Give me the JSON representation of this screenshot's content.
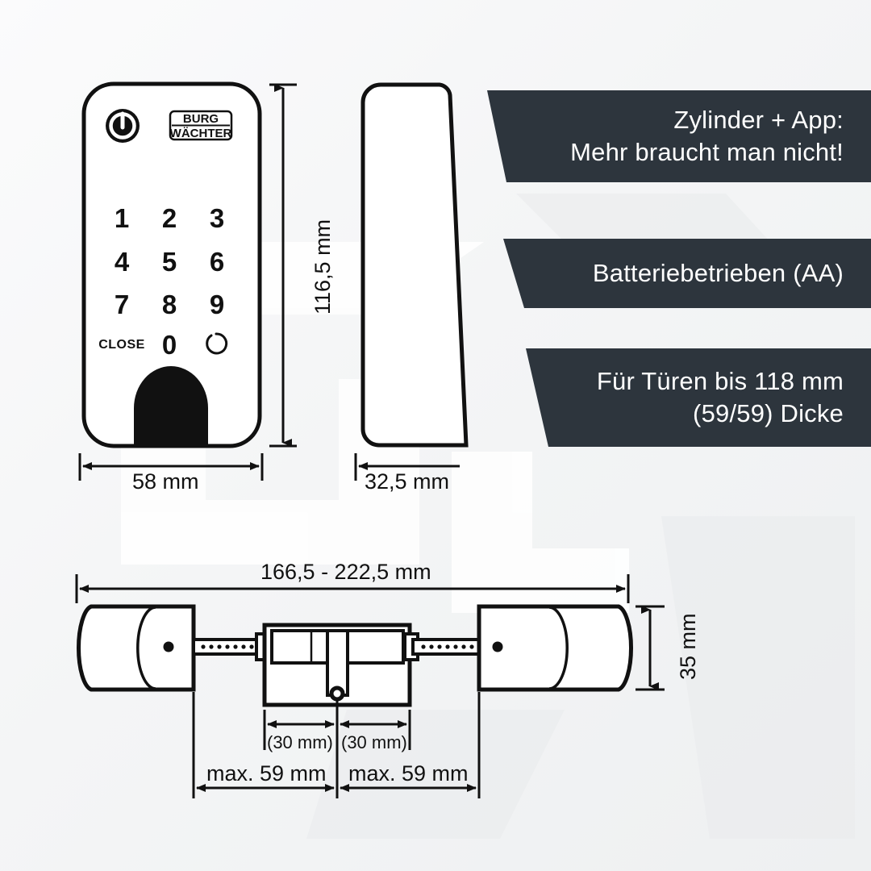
{
  "meta": {
    "background_color": "#f4f5f6",
    "banner_color": "#2d353d",
    "line_color": "#111111"
  },
  "banners": [
    {
      "id": "banner-1",
      "lines": [
        "Zylinder + App:",
        "Mehr braucht man nicht!"
      ]
    },
    {
      "id": "banner-2",
      "lines": [
        "Batteriebetrieben (AA)"
      ]
    },
    {
      "id": "banner-3",
      "lines": [
        "Für Türen bis 118 mm",
        "(59/59) Dicke"
      ]
    }
  ],
  "keypad": {
    "brand_line1": "BURG",
    "brand_line2": "WÄCHTER",
    "power_icon": "power-icon",
    "keys": [
      "1",
      "2",
      "3",
      "4",
      "5",
      "6",
      "7",
      "8",
      "9"
    ],
    "close_label": "CLOSE",
    "zero_label": "0",
    "reset_icon": "circular-arrow-icon"
  },
  "dimensions": {
    "front_width": "58 mm",
    "front_height": "116,5 mm",
    "side_width": "32,5 mm",
    "cylinder_total": "166,5 - 222,5 mm",
    "cylinder_height": "35 mm",
    "core_left": "(30 mm)",
    "core_right": "(30 mm)",
    "max_left": "max. 59 mm",
    "max_right": "max. 59 mm"
  }
}
